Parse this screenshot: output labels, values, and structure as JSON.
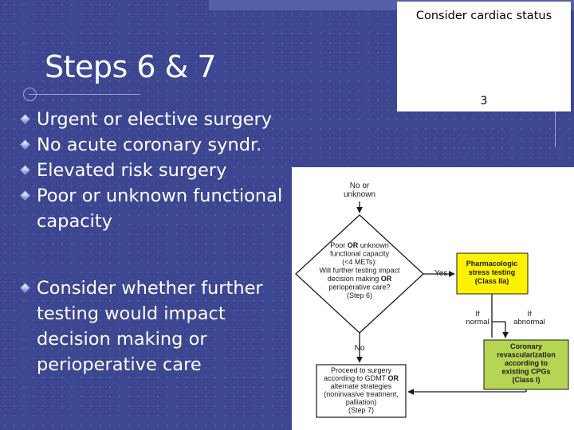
{
  "slide": {
    "title": "Steps 6 & 7",
    "bullets": [
      "Urgent or elective surgery",
      "No acute coronary syndr.",
      "Elevated risk surgery",
      "Poor or unknown functional capacity"
    ],
    "bullet2": "Consider whether further testing would impact decision making or perioperative care"
  },
  "callout": {
    "title": "Consider cardiac status",
    "number": "3"
  },
  "flowchart": {
    "entry_label": [
      "No or",
      "unknown"
    ],
    "decision": [
      "Poor OR unknown",
      "functional capacity",
      "(<4 METs):",
      "Will further testing impact",
      "decision making OR",
      "perioperative care?",
      "(Step 6)"
    ],
    "yes_label": "Yes",
    "no_label": "No",
    "stress": [
      "Pharmacologic",
      "stress testing",
      "(Class IIa)"
    ],
    "if_normal": [
      "If",
      "normal"
    ],
    "if_abnormal": [
      "If",
      "abnormal"
    ],
    "revasc": [
      "Coronary",
      "revascularization",
      "according to",
      "existing CPGs",
      "(Class I)"
    ],
    "proceed": [
      "Proceed to surgery",
      "according to GDMT OR",
      "alternate strategies",
      "(noninvasive treatment,",
      "palliation)",
      "(Step 7)"
    ],
    "colors": {
      "yellow": "#fff200",
      "green": "#b6d552",
      "arrow": "#1a1a1a"
    }
  }
}
